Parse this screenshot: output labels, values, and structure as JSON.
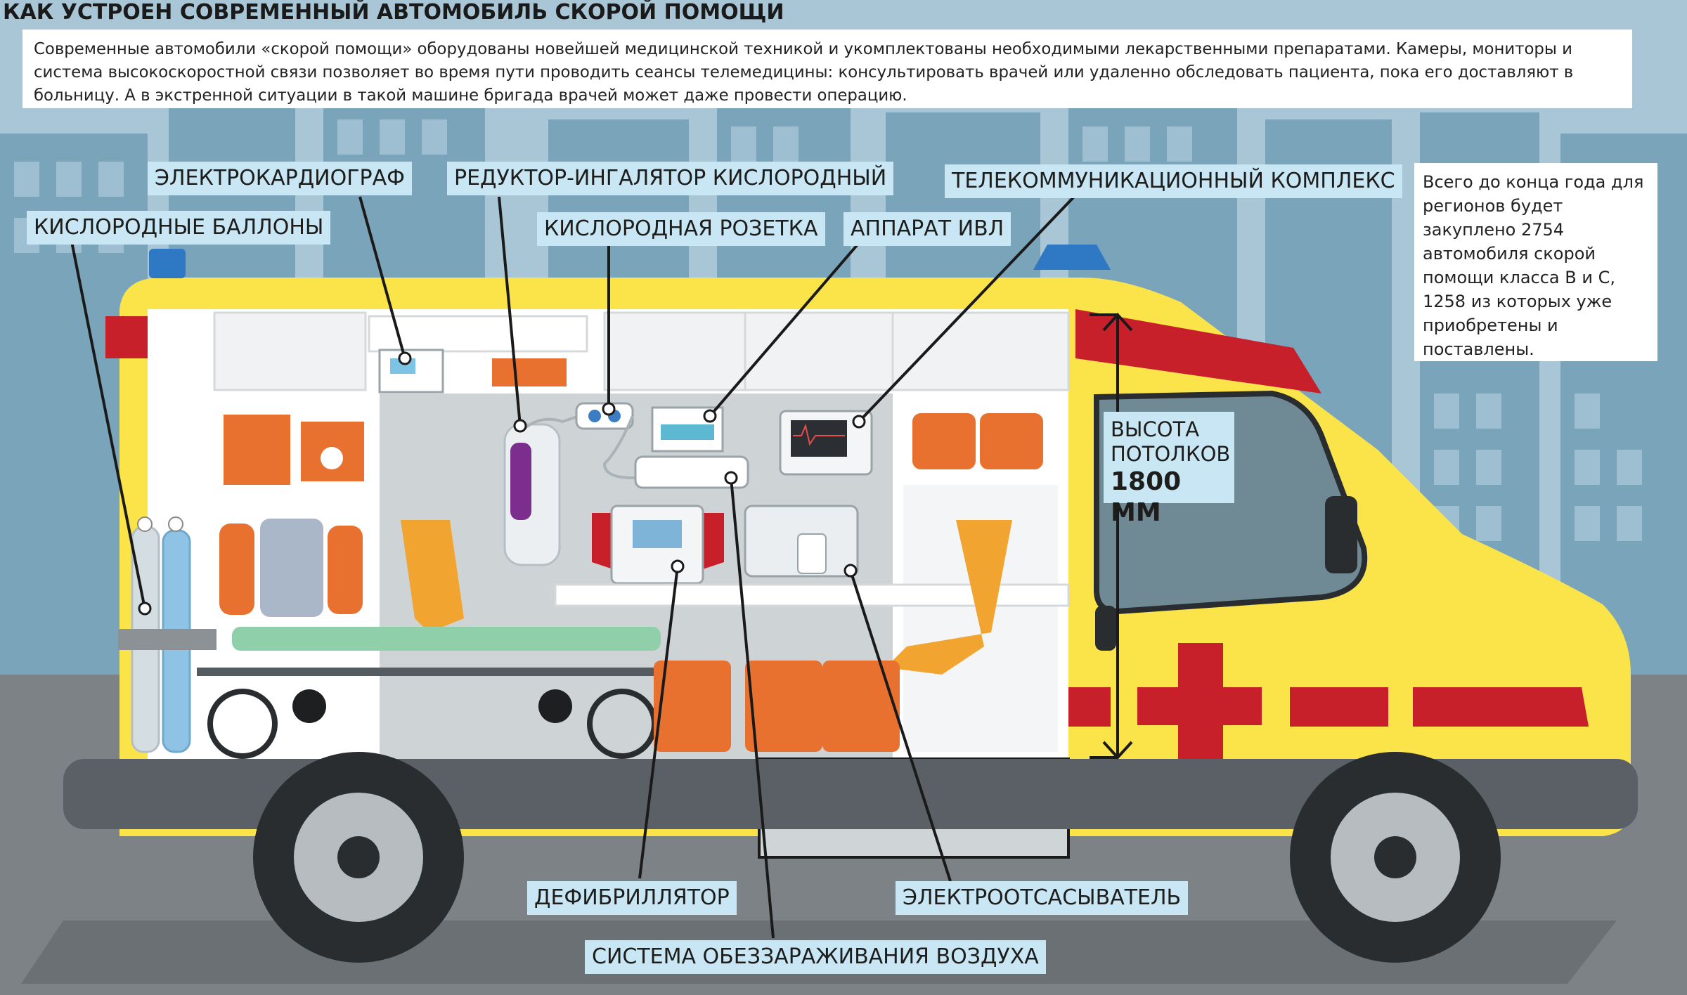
{
  "title": "КАК УСТРОЕН СОВРЕМЕННЫЙ АВТОМОБИЛЬ СКОРОЙ ПОМОЩИ",
  "intro": "Современные автомобили «скорой помощи» оборудованы новейшей медицинской техникой и укомплектованы необходимыми лекарственными препаратами. Камеры, мониторы и система высокоскоростной связи позволяет во время пути проводить сеансы телемедицины: консультировать врачей или удаленно обследовать пациента, пока его доставляют в больницу. А в экстренной ситуации в такой машине бригада врачей может даже провести операцию.",
  "labels": {
    "ecg": "ЭЛЕКТРОКАРДИОГРАФ",
    "oxygen_regulator": "РЕДУКТОР-ИНГАЛЯТОР КИСЛОРОДНЫЙ",
    "telecom": "ТЕЛЕКОММУНИКАЦИОННЫЙ КОМПЛЕКС",
    "oxygen_cylinders": "КИСЛОРОДНЫЕ БАЛЛОНЫ",
    "oxygen_outlet": "КИСЛОРОДНАЯ РОЗЕТКА",
    "ventilator": "АППАРАТ ИВЛ",
    "defibrillator": "ДЕФИБРИЛЛЯТОР",
    "suction": "ЭЛЕКТРООТСАСЫВАТЕЛЬ",
    "air_disinfection": "СИСТЕМА ОБЕЗЗАРАЖИВАНИЯ ВОЗДУХА"
  },
  "ceiling": {
    "caption": "ВЫСОТА\nПОТОЛКОВ",
    "value": "1800 ММ"
  },
  "note": "Всего до конца года для регионов будет закуплено 2754 автомобиля скорой помощи класса B и C, 1258 из которых уже приобретены и поставлены.",
  "colors": {
    "body_yellow": "#fbe34a",
    "stripe_red": "#c8202b",
    "label_blue": "#c9e6f4",
    "city_blue": "#6f9eb5",
    "equipment_orange": "#e8712f"
  }
}
